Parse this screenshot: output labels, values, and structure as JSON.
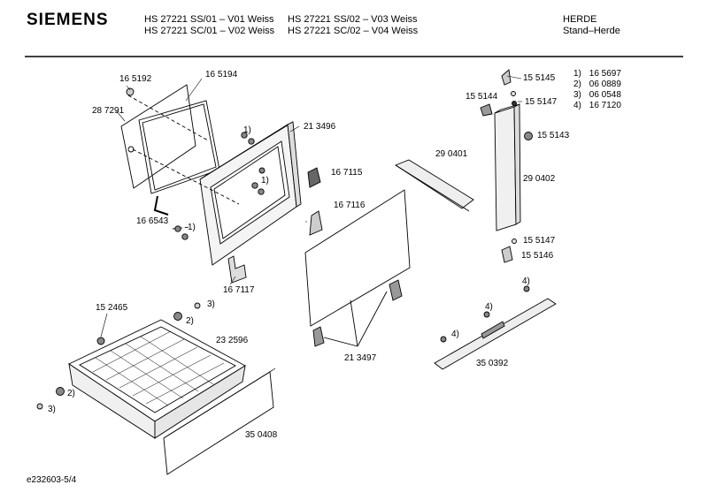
{
  "brand": "SIEMENS",
  "header": {
    "models_col1": [
      "HS 27221 SS/01 – V01 Weiss",
      "HS 27221 SC/01 – V02 Weiss"
    ],
    "models_col2": [
      "HS 27221 SS/02 – V03 Weiss",
      "HS 27221 SC/02 – V04 Weiss"
    ],
    "category": [
      "HERDE",
      "Stand–Herde"
    ]
  },
  "legend": [
    {
      "key": "1)",
      "part": "16 5697"
    },
    {
      "key": "2)",
      "part": "06 0889"
    },
    {
      "key": "3)",
      "part": "06 0548"
    },
    {
      "key": "4)",
      "part": "16 7120"
    }
  ],
  "parts": {
    "p165192": "16 5192",
    "p165194": "16 5194",
    "p287291": "28 7291",
    "p213496": "21 3496",
    "p167115": "16 7115",
    "p167116": "16 7116",
    "p166543": "16 6543",
    "p167117": "16 7117",
    "p152465": "15 2465",
    "p232596": "23 2596",
    "p350408": "35 0408",
    "p290401": "29 0401",
    "p290402": "29 0402",
    "p155145": "15 5145",
    "p155144": "15 5144",
    "p155147a": "15 5147",
    "p155143": "15 5143",
    "p155147b": "15 5147",
    "p155146": "15 5146",
    "p213497": "21 3497",
    "p350392": "35 0392"
  },
  "callouts": {
    "c1a": "1)",
    "c1b": "1)",
    "c1c": "1)",
    "c2a": "2)",
    "c2b": "2)",
    "c3a": "3)",
    "c3b": "3)",
    "c4a": "4)",
    "c4b": "4)",
    "c4c": "4)"
  },
  "footer": "e232603-5/4"
}
